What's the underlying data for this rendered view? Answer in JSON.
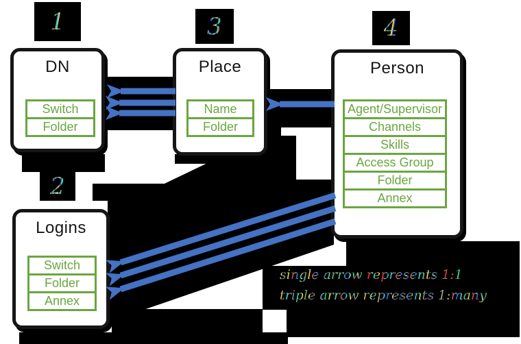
{
  "diagram": {
    "entities": [
      {
        "number": "1",
        "title": "DN",
        "fields": [
          "Switch",
          "Folder"
        ]
      },
      {
        "number": "3",
        "title": "Place",
        "fields": [
          "Name",
          "Folder"
        ]
      },
      {
        "number": "4",
        "title": "Person",
        "fields": [
          "Agent/Supervisor",
          "Channels",
          "Skills",
          "Access Group",
          "Folder",
          "Annex"
        ]
      },
      {
        "number": "2",
        "title": "Logins",
        "fields": [
          "Switch",
          "Folder",
          "Annex"
        ]
      }
    ],
    "legend": {
      "line1": "single arrow represents 1:1",
      "line2": "triple arrow represents 1:many"
    },
    "colors": {
      "arrow_blue": "#4472C4",
      "entity_green": "#6aa63f",
      "shadow_black": "#000000"
    }
  }
}
